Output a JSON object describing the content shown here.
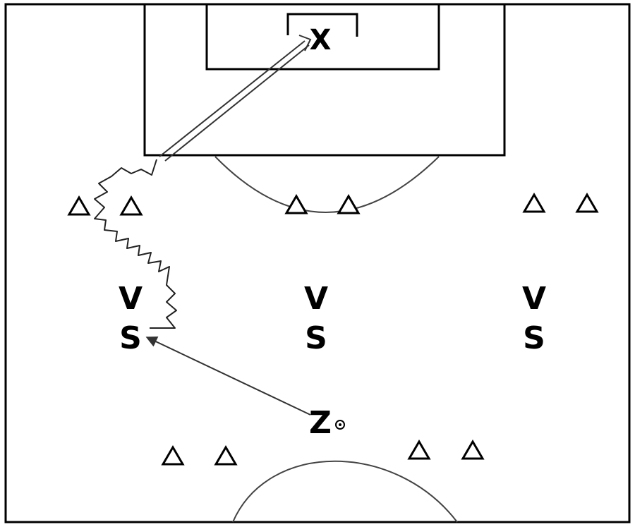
{
  "colors": {
    "line": "#000000",
    "pass": "#555555",
    "background": "#ffffff"
  },
  "labels": {
    "goalkeeper": "X",
    "defenders": [
      "V",
      "V",
      "V"
    ],
    "strikers": [
      "S",
      "S",
      "S"
    ],
    "server": "Z"
  },
  "icons": {
    "cone": "triangle-cone-icon",
    "ball": "ball-icon",
    "goal": "goal-icon"
  }
}
